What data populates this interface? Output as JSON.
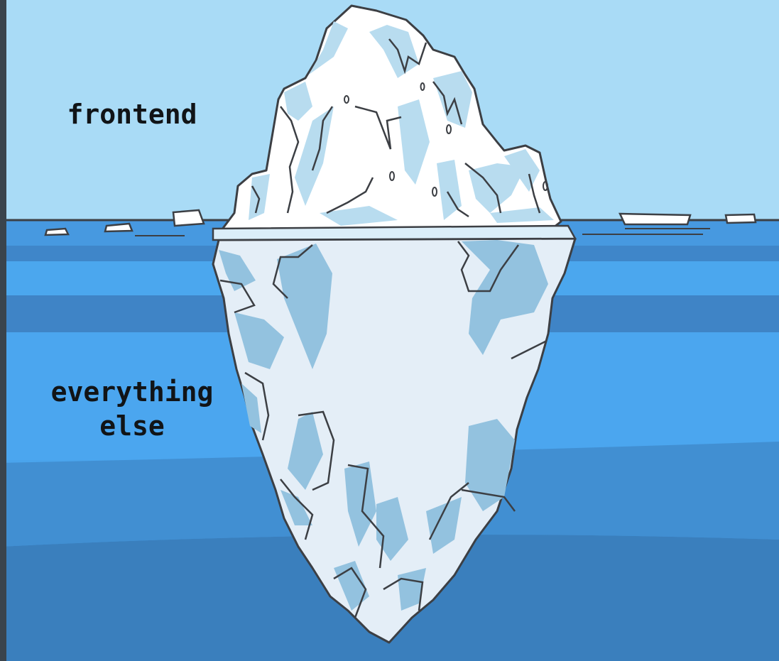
{
  "meme": {
    "top_label": "frontend",
    "bottom_label_line1": "everything",
    "bottom_label_line2": "else"
  },
  "colors": {
    "sky": "#a9dbf6",
    "water_light": "#4ba7ee",
    "water_mid": "#418fd4",
    "water_deep": "#3a7fbd",
    "ice_above": "#ffffff",
    "ice_shadow": "#b8dcef",
    "ice_below": "#e3eef7",
    "ice_below_shadow": "#8fc0dd",
    "outline": "#3c3f44"
  }
}
